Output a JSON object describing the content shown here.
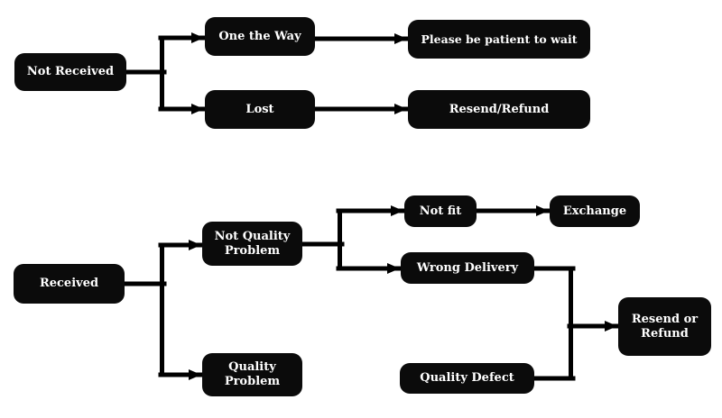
{
  "title": "Order issue resolution flowchart",
  "colors": {
    "background": "#ffffff",
    "node_fill": "#0b0b0b",
    "node_text": "#ffffff",
    "connector": "#000000"
  },
  "nodes": {
    "not_received": {
      "label": "Not Received"
    },
    "one_the_way": {
      "label": "One the Way"
    },
    "lost": {
      "label": "Lost"
    },
    "please_wait": {
      "label": "Please be patient to wait"
    },
    "resend_refund": {
      "label": "Resend/Refund"
    },
    "received": {
      "label": "Received"
    },
    "not_quality_problem": {
      "label": "Not Quality Problem"
    },
    "quality_problem": {
      "label": "Quality Problem"
    },
    "not_fit": {
      "label": "Not fit"
    },
    "exchange": {
      "label": "Exchange"
    },
    "wrong_delivery": {
      "label": "Wrong Delivery"
    },
    "quality_defect": {
      "label": "Quality Defect"
    },
    "resend_or_refund": {
      "label": "Resend or Refund"
    }
  },
  "edges": [
    {
      "from": "Not Received",
      "to": "One the Way"
    },
    {
      "from": "Not Received",
      "to": "Lost"
    },
    {
      "from": "One the Way",
      "to": "Please be patient to wait"
    },
    {
      "from": "Lost",
      "to": "Resend/Refund"
    },
    {
      "from": "Received",
      "to": "Not Quality Problem"
    },
    {
      "from": "Received",
      "to": "Quality Problem"
    },
    {
      "from": "Not Quality Problem",
      "to": "Not fit"
    },
    {
      "from": "Not Quality Problem",
      "to": "Wrong Delivery"
    },
    {
      "from": "Not fit",
      "to": "Exchange"
    },
    {
      "from": "Quality Problem",
      "to": "Quality Defect"
    },
    {
      "from": "Wrong Delivery",
      "to": "Resend or Refund"
    },
    {
      "from": "Quality Defect",
      "to": "Resend or Refund"
    }
  ]
}
